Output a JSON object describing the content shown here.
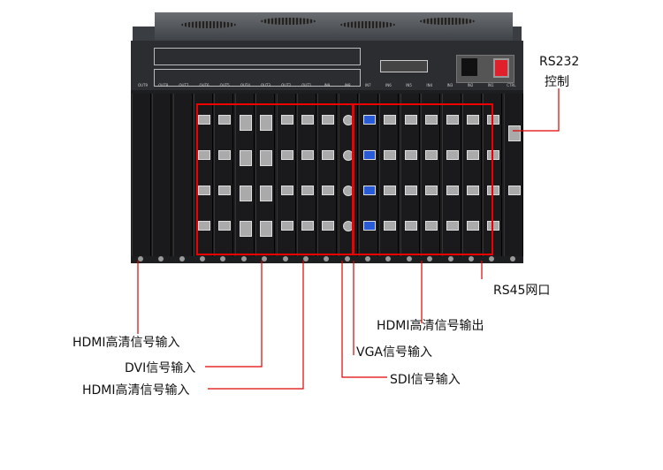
{
  "device": {
    "slot_labels": [
      "OUT9",
      "OUT8",
      "OUT7",
      "OUT6",
      "OUT5",
      "OUT4",
      "OUT3",
      "OUT2",
      "OUT1",
      "IN9",
      "IN8",
      "IN7",
      "IN6",
      "IN5",
      "IN4",
      "IN3",
      "IN2",
      "IN1",
      "CTRL"
    ]
  },
  "annotations": {
    "rs232": {
      "line1": "RS232",
      "line2": "控制"
    },
    "rs45": "RS45网口",
    "hdmi_output": "HDMI高清信号输出",
    "vga_input": "VGA信号输入",
    "sdi_input": "SDI信号输入",
    "hdmi_input_1": "HDMI高清信号输入",
    "dvi_input": "DVI信号输入",
    "hdmi_input_2": "HDMI高清信号输入"
  },
  "colors": {
    "annotation_line": "#e00000"
  }
}
